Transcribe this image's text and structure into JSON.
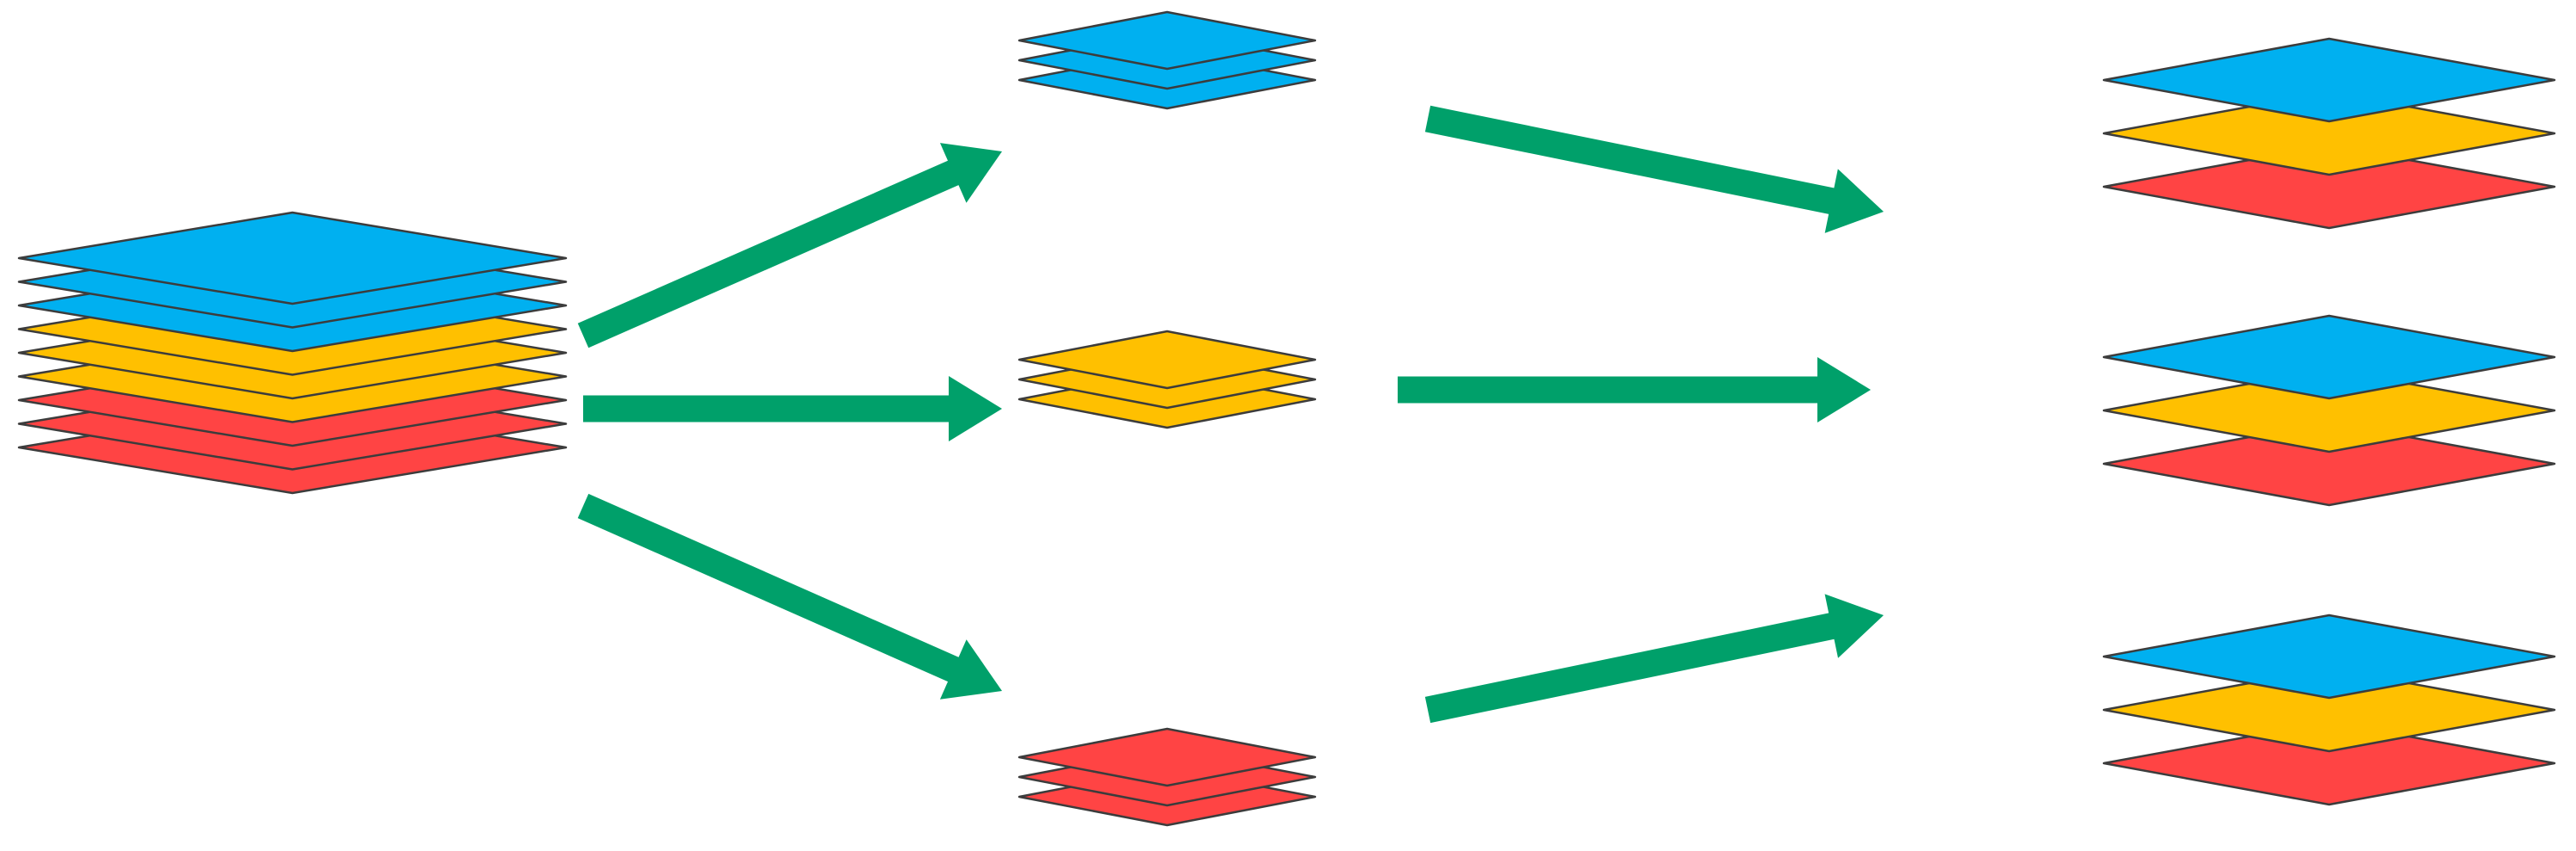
{
  "colors": {
    "background": "#ffffff",
    "layer_blue": "#00b0f0",
    "layer_yellow": "#ffc000",
    "layer_red": "#ff4444",
    "layer_outline": "#3c3c3c",
    "arrow": "#00a06a"
  },
  "source_stack": {
    "layers": [
      "blue",
      "blue",
      "blue",
      "yellow",
      "yellow",
      "yellow",
      "red",
      "red",
      "red"
    ]
  },
  "split_stacks": [
    {
      "layers": [
        "blue",
        "blue",
        "blue"
      ]
    },
    {
      "layers": [
        "yellow",
        "yellow",
        "yellow"
      ]
    },
    {
      "layers": [
        "red",
        "red",
        "red"
      ]
    }
  ],
  "merged_stacks": [
    {
      "layers": [
        "blue",
        "yellow",
        "red"
      ]
    },
    {
      "layers": [
        "blue",
        "yellow",
        "red"
      ]
    },
    {
      "layers": [
        "blue",
        "yellow",
        "red"
      ]
    }
  ],
  "arrows": {
    "split": [
      "source-to-blue",
      "source-to-yellow",
      "source-to-red"
    ],
    "merge": [
      "blue-to-merged-1",
      "yellow-to-merged-2",
      "red-to-merged-3"
    ]
  }
}
